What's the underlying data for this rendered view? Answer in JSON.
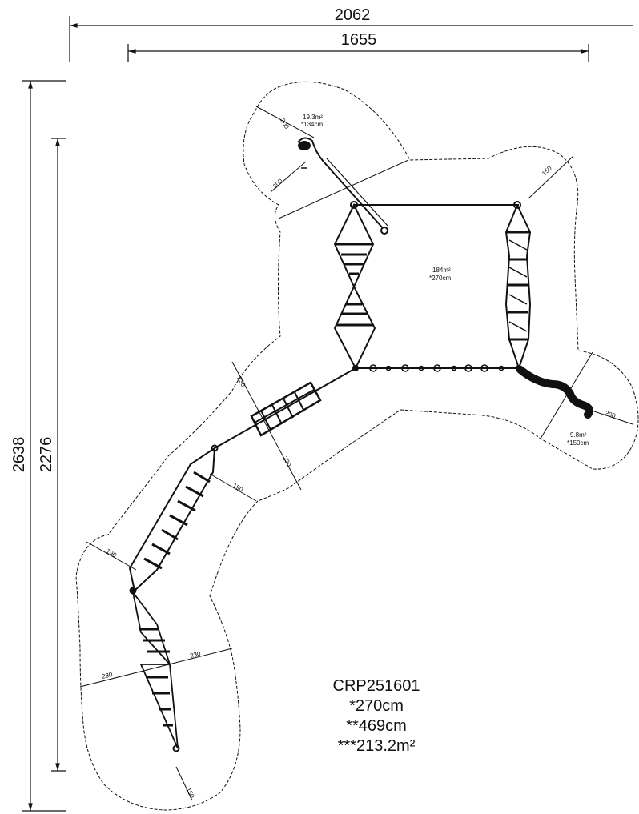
{
  "dimensions": {
    "outer_width": "2062",
    "inner_width": "1655",
    "outer_height": "2638",
    "inner_height": "2276"
  },
  "zones": {
    "top_left": {
      "area": "19.3m²",
      "height": "*134cm",
      "edge_a": "200",
      "edge_b": "200"
    },
    "main": {
      "area": "184m²",
      "height": "*270cm"
    },
    "right": {
      "area": "9.8m²",
      "height": "*150cm",
      "edge": "200"
    },
    "top_right_edge": "150",
    "middle_edges": [
      "230",
      "230"
    ],
    "lower_edges": [
      "190",
      "190"
    ],
    "bottom_edges": [
      "230",
      "230"
    ],
    "bottom_tip": "150"
  },
  "product": {
    "code": "CRP251601",
    "height_1": "*270cm",
    "height_2": "**469cm",
    "area": "***213.2m²"
  }
}
